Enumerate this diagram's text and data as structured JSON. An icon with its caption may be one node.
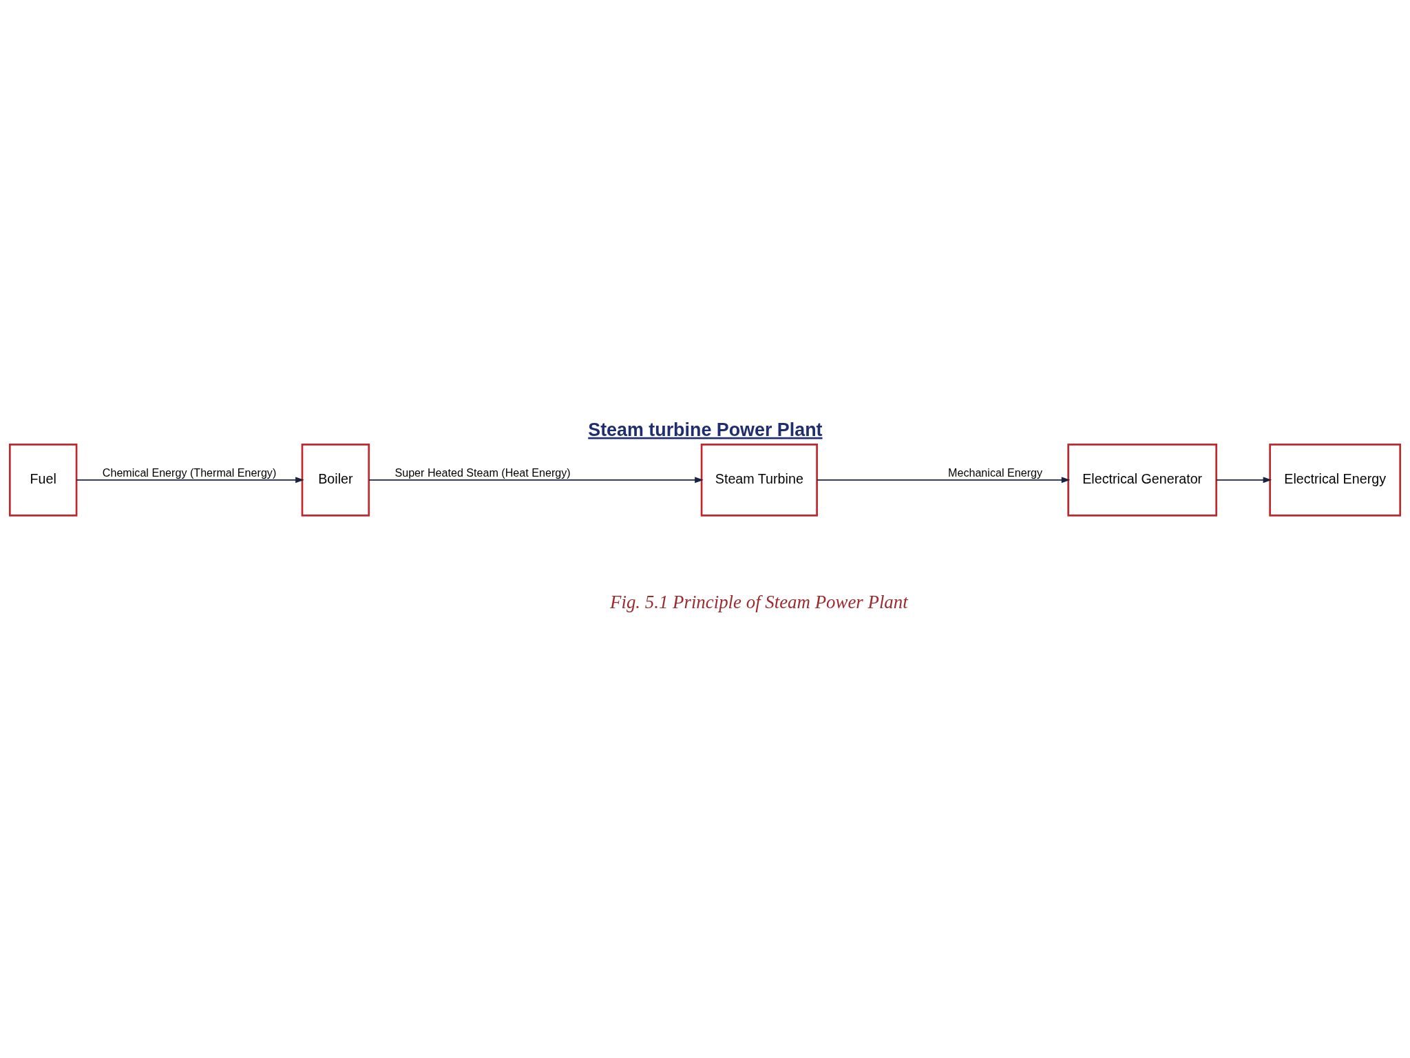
{
  "diagram": {
    "title": "Steam turbine Power Plant",
    "caption": "Fig. 5.1 Principle of Steam Power Plant",
    "nodes": [
      {
        "text": [
          "Fuel"
        ]
      },
      {
        "text": [
          "Boiler"
        ]
      },
      {
        "text": [
          "Steam Turbine"
        ]
      },
      {
        "text": [
          "Electrical Generator"
        ]
      },
      {
        "text": [
          "Electrical Energy"
        ]
      }
    ],
    "edges": [
      {
        "from": 0,
        "to": 1,
        "arrow": "to",
        "label": "Chemical Energy (Thermal Energy)"
      },
      {
        "from": 1,
        "to": 2,
        "arrow": "to",
        "label": "Super Heated Steam (Heat Energy)"
      },
      {
        "from": 2,
        "to": 3,
        "arrow": "to",
        "label": "Mechanical Energy"
      },
      {
        "from": 3,
        "to": 4,
        "arrow": "to"
      }
    ]
  }
}
